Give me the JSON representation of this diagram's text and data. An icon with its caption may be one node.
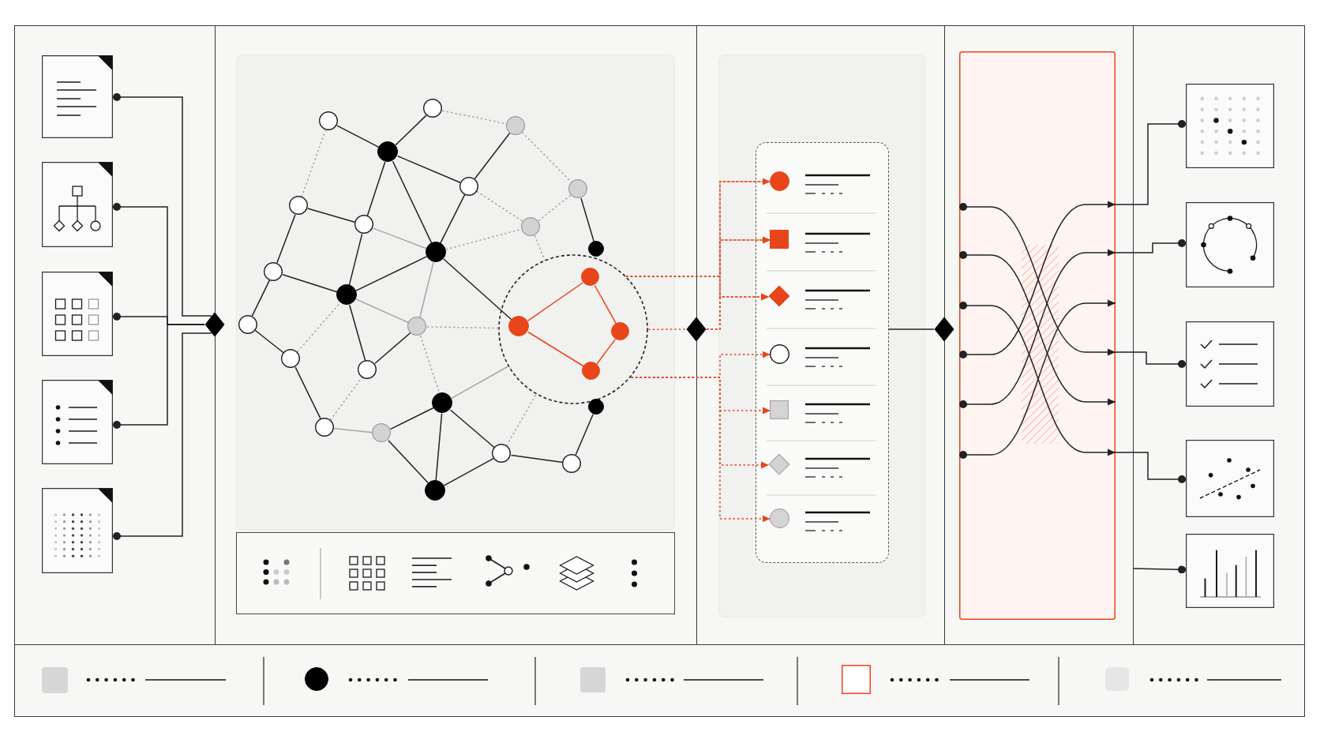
{
  "diagram": {
    "nodes": [
      {
        "text": [],
        "shape": "box"
      },
      {
        "text": [],
        "shape": "document",
        "in": 0
      },
      {
        "text": [],
        "shape": "document",
        "in": 0
      },
      {
        "text": [],
        "shape": "document",
        "in": 0
      },
      {
        "text": [],
        "shape": "document",
        "in": 0
      },
      {
        "text": [],
        "shape": "document",
        "in": 0
      },
      {
        "text": [],
        "shape": "diamond"
      },
      {
        "text": [],
        "shape": "box"
      },
      {
        "text": [],
        "shape": "box",
        "in": 7
      },
      {
        "text": [],
        "shape": "circle",
        "in": 8
      },
      {
        "text": [],
        "shape": "circle",
        "in": 8
      },
      {
        "text": [],
        "shape": "circle",
        "in": 8
      },
      {
        "text": [],
        "shape": "circle",
        "in": 8
      },
      {
        "text": [],
        "shape": "circle",
        "in": 8
      },
      {
        "text": [],
        "shape": "circle",
        "in": 8
      },
      {
        "text": [],
        "shape": "circle",
        "in": 8
      },
      {
        "text": [],
        "shape": "circle",
        "in": 8
      },
      {
        "text": [],
        "shape": "circle",
        "in": 8
      },
      {
        "text": [],
        "shape": "circle",
        "in": 8
      },
      {
        "text": [],
        "shape": "circle",
        "in": 8
      },
      {
        "text": [],
        "shape": "circle",
        "in": 8
      },
      {
        "text": [],
        "shape": "circle",
        "in": 8
      },
      {
        "text": [],
        "shape": "circle",
        "in": 21
      },
      {
        "text": [],
        "shape": "circle",
        "in": 8
      },
      {
        "text": [],
        "shape": "circle",
        "in": 8
      },
      {
        "text": [],
        "shape": "circle",
        "in": 8
      },
      {
        "text": [],
        "shape": "circle",
        "in": 21
      },
      {
        "text": [],
        "shape": "circle",
        "in": 21
      },
      {
        "text": [],
        "shape": "circle",
        "in": 8
      },
      {
        "text": [],
        "shape": "circle",
        "in": 8
      },
      {
        "text": [],
        "shape": "circle",
        "in": 21
      },
      {
        "text": [],
        "shape": "circle",
        "in": 8
      },
      {
        "text": [],
        "shape": "circle",
        "in": 8
      },
      {
        "text": [],
        "shape": "circle",
        "in": 8
      },
      {
        "text": [],
        "shape": "circle",
        "in": 8
      },
      {
        "text": [],
        "shape": "circle",
        "in": 8
      },
      {
        "text": [],
        "shape": "circle",
        "in": 8
      },
      {
        "text": [],
        "shape": "circle",
        "in": 8
      },
      {
        "text": [],
        "shape": "box",
        "in": 7
      },
      {
        "text": [],
        "shape": "picture",
        "in": 38
      },
      {
        "text": [],
        "shape": "picture",
        "in": 38
      },
      {
        "text": [],
        "shape": "picture",
        "in": 38
      },
      {
        "text": [],
        "shape": "picture",
        "in": 38
      },
      {
        "text": [],
        "shape": "picture",
        "in": 38
      },
      {
        "text": [],
        "shape": "picture",
        "in": 38
      },
      {
        "text": [],
        "shape": "diamond"
      },
      {
        "text": [],
        "shape": "box"
      },
      {
        "text": [],
        "shape": "box",
        "in": 46
      },
      {
        "text": [],
        "shape": "box",
        "in": 47
      },
      {
        "text": [],
        "shape": "circle",
        "in": 48
      },
      {
        "text": [],
        "shape": "box",
        "in": 48
      },
      {
        "text": [],
        "shape": "diamond",
        "in": 48
      },
      {
        "text": [],
        "shape": "circle",
        "in": 48
      },
      {
        "text": [],
        "shape": "box",
        "in": 48
      },
      {
        "text": [],
        "shape": "diamond",
        "in": 48
      },
      {
        "text": [],
        "shape": "circle",
        "in": 48
      },
      {
        "text": [],
        "shape": "diamond"
      },
      {
        "text": [],
        "shape": "box"
      },
      {
        "text": [],
        "shape": "box",
        "in": 57
      },
      {
        "text": [],
        "shape": "box"
      },
      {
        "text": [],
        "shape": "picture",
        "in": 59
      },
      {
        "text": [],
        "shape": "picture",
        "in": 59
      },
      {
        "text": [],
        "shape": "picture",
        "in": 59
      },
      {
        "text": [],
        "shape": "picture",
        "in": 59
      },
      {
        "text": [],
        "shape": "picture",
        "in": 59
      },
      {
        "text": [],
        "shape": "box"
      },
      {
        "text": [],
        "shape": "box",
        "in": 65
      },
      {
        "text": [],
        "shape": "circle",
        "in": 65
      },
      {
        "text": [],
        "shape": "box",
        "in": 65
      },
      {
        "text": [],
        "shape": "box",
        "in": 65
      },
      {
        "text": [],
        "shape": "box",
        "in": 65
      }
    ],
    "edges": [
      {
        "from": 6,
        "to": 1,
        "arrow": "other"
      },
      {
        "from": 6,
        "to": 2,
        "arrow": "other"
      },
      {
        "from": 6,
        "to": 3,
        "arrow": "other"
      },
      {
        "from": 6,
        "to": 4,
        "arrow": "other"
      },
      {
        "from": 6,
        "to": 5,
        "arrow": "other"
      },
      {
        "from": 12,
        "to": 9,
        "arrow": "none"
      },
      {
        "from": 10,
        "to": 12,
        "arrow": "none"
      },
      {
        "from": 12,
        "to": 13,
        "arrow": "none"
      },
      {
        "from": 16,
        "to": 12,
        "arrow": "none"
      },
      {
        "from": 12,
        "to": 18,
        "arrow": "none"
      },
      {
        "from": 13,
        "to": 11,
        "arrow": "none"
      },
      {
        "from": 18,
        "to": 13,
        "arrow": "none"
      },
      {
        "from": 15,
        "to": 16,
        "arrow": "none"
      },
      {
        "from": 20,
        "to": 15,
        "arrow": "none"
      },
      {
        "from": 23,
        "to": 16,
        "arrow": "none"
      },
      {
        "from": 23,
        "to": 18,
        "arrow": "none"
      },
      {
        "from": 18,
        "to": 26,
        "arrow": "none"
      },
      {
        "from": 20,
        "to": 23,
        "arrow": "none"
      },
      {
        "from": 24,
        "to": 20,
        "arrow": "none"
      },
      {
        "from": 24,
        "to": 28,
        "arrow": "none"
      },
      {
        "from": 23,
        "to": 29,
        "arrow": "none"
      },
      {
        "from": 29,
        "to": 25,
        "arrow": "none"
      },
      {
        "from": 28,
        "to": 33,
        "arrow": "none"
      },
      {
        "from": 14,
        "to": 19,
        "arrow": "none"
      },
      {
        "from": 34,
        "to": 31,
        "arrow": "none"
      },
      {
        "from": 37,
        "to": 31,
        "arrow": "none"
      },
      {
        "from": 31,
        "to": 35,
        "arrow": "none"
      },
      {
        "from": 34,
        "to": 37,
        "arrow": "none"
      },
      {
        "from": 37,
        "to": 35,
        "arrow": "none"
      },
      {
        "from": 35,
        "to": 36,
        "arrow": "none"
      },
      {
        "from": 36,
        "to": 32,
        "arrow": "none"
      },
      {
        "from": 16,
        "to": 18,
        "arrow": "none",
        "color": "#a6a6a6"
      },
      {
        "from": 25,
        "to": 18,
        "arrow": "none",
        "color": "#a6a6a6"
      },
      {
        "from": 23,
        "to": 25,
        "arrow": "none",
        "color": "#a6a6a6"
      },
      {
        "from": 33,
        "to": 34,
        "arrow": "none",
        "color": "#a6a6a6"
      },
      {
        "from": 31,
        "to": 21,
        "arrow": "none",
        "color": "#a6a6a6"
      },
      {
        "from": 9,
        "to": 11,
        "arrow": "none",
        "style": "dashed",
        "color": "#a6a6a6"
      },
      {
        "from": 15,
        "to": 10,
        "arrow": "none",
        "style": "dashed",
        "color": "#a6a6a6"
      },
      {
        "from": 11,
        "to": 14,
        "arrow": "none",
        "style": "dashed",
        "color": "#a6a6a6"
      },
      {
        "from": 13,
        "to": 17,
        "arrow": "none",
        "style": "dashed",
        "color": "#a6a6a6"
      },
      {
        "from": 17,
        "to": 14,
        "arrow": "none",
        "style": "dashed",
        "color": "#a6a6a6"
      },
      {
        "from": 18,
        "to": 17,
        "arrow": "none",
        "style": "dashed",
        "color": "#a6a6a6"
      },
      {
        "from": 17,
        "to": 21,
        "arrow": "none",
        "style": "dashed",
        "color": "#a6a6a6"
      },
      {
        "from": 25,
        "to": 21,
        "arrow": "none",
        "style": "dashed",
        "color": "#a6a6a6"
      },
      {
        "from": 25,
        "to": 31,
        "arrow": "none",
        "style": "dashed",
        "color": "#a6a6a6"
      },
      {
        "from": 28,
        "to": 23,
        "arrow": "none",
        "style": "dashed",
        "color": "#a6a6a6"
      },
      {
        "from": 33,
        "to": 29,
        "arrow": "none",
        "style": "dashed",
        "color": "#a6a6a6"
      },
      {
        "from": 35,
        "to": 21,
        "arrow": "none",
        "style": "dashed",
        "color": "#a6a6a6"
      },
      {
        "from": 26,
        "to": 22,
        "arrow": "none",
        "color": "#e8461a"
      },
      {
        "from": 22,
        "to": 27,
        "arrow": "none",
        "color": "#e8461a"
      },
      {
        "from": 30,
        "to": 27,
        "arrow": "none",
        "color": "#e8461a"
      },
      {
        "from": 26,
        "to": 30,
        "arrow": "none",
        "color": "#e8461a"
      },
      {
        "from": 21,
        "to": 49,
        "arrow": "to",
        "style": "dashed",
        "color": "#e8461a"
      },
      {
        "from": 21,
        "to": 50,
        "arrow": "to",
        "style": "dashed",
        "color": "#e8461a"
      },
      {
        "from": 21,
        "to": 51,
        "arrow": "to",
        "style": "dashed",
        "color": "#e8461a"
      },
      {
        "from": 21,
        "to": 45,
        "arrow": "none",
        "style": "dashed",
        "color": "#e8461a"
      },
      {
        "from": 45,
        "to": 49,
        "arrow": "to",
        "style": "dashed",
        "color": "#e8461a"
      },
      {
        "from": 45,
        "to": 50,
        "arrow": "to",
        "style": "dashed",
        "color": "#e8461a"
      },
      {
        "from": 45,
        "to": 51,
        "arrow": "to",
        "style": "dashed",
        "color": "#e8461a"
      },
      {
        "from": 21,
        "to": 52,
        "arrow": "to",
        "style": "dashed",
        "color": "#e8461a"
      },
      {
        "from": 21,
        "to": 53,
        "arrow": "to",
        "style": "dashed",
        "color": "#e8461a"
      },
      {
        "from": 21,
        "to": 54,
        "arrow": "to",
        "style": "dashed",
        "color": "#e8461a"
      },
      {
        "from": 21,
        "to": 55,
        "arrow": "to",
        "style": "dashed",
        "color": "#e8461a"
      },
      {
        "from": 48,
        "to": 56,
        "arrow": "none"
      },
      {
        "from": 58,
        "to": null,
        "arrow": "to"
      },
      {
        "from": 58,
        "to": null,
        "arrow": "to"
      },
      {
        "from": 58,
        "to": null,
        "arrow": "to"
      },
      {
        "from": 58,
        "to": null,
        "arrow": "to"
      },
      {
        "from": 58,
        "to": null,
        "arrow": "to"
      },
      {
        "from": 58,
        "to": null,
        "arrow": "to"
      },
      {
        "from": 58,
        "to": 60,
        "arrow": "other"
      },
      {
        "from": 58,
        "to": 61,
        "arrow": "other"
      },
      {
        "from": 58,
        "to": 62,
        "arrow": "other"
      },
      {
        "from": 58,
        "to": 63,
        "arrow": "other"
      },
      {
        "from": null,
        "to": 64,
        "arrow": "other"
      }
    ]
  }
}
